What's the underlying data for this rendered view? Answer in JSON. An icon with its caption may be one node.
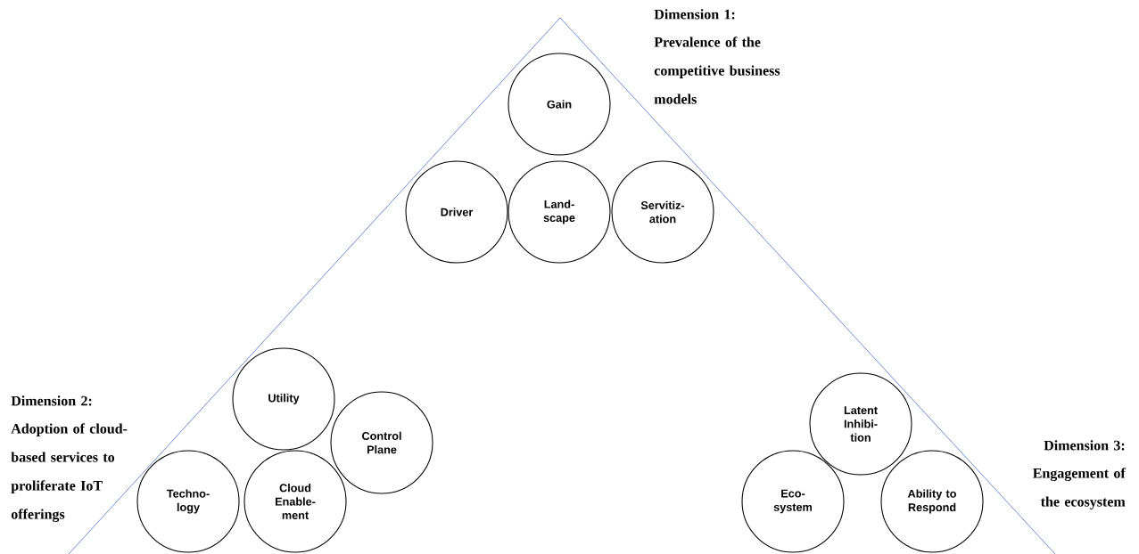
{
  "diagram": {
    "nodes": [
      {
        "text": [
          "Gain"
        ]
      },
      {
        "text": [
          "Driver"
        ]
      },
      {
        "text": [
          "Land- scape"
        ]
      },
      {
        "text": [
          "Servitiz- ation"
        ]
      },
      {
        "text": [
          "Utility"
        ]
      },
      {
        "text": [
          "Control Plane"
        ]
      },
      {
        "text": [
          "Techno- logy"
        ]
      },
      {
        "text": [
          "Cloud Enable- ment"
        ]
      },
      {
        "text": [
          "Latent Inhibi- tion"
        ]
      },
      {
        "text": [
          "Eco- system"
        ]
      },
      {
        "text": [
          "Ability to Respond"
        ]
      }
    ],
    "labels": [
      "Dimension 1:",
      "Prevalence of the competitive business models",
      "Dimension 2:",
      "Adoption of cloud-based services to proliferate IoT offerings",
      "Dimension 3:",
      "Engagement of the ecosystem"
    ]
  }
}
